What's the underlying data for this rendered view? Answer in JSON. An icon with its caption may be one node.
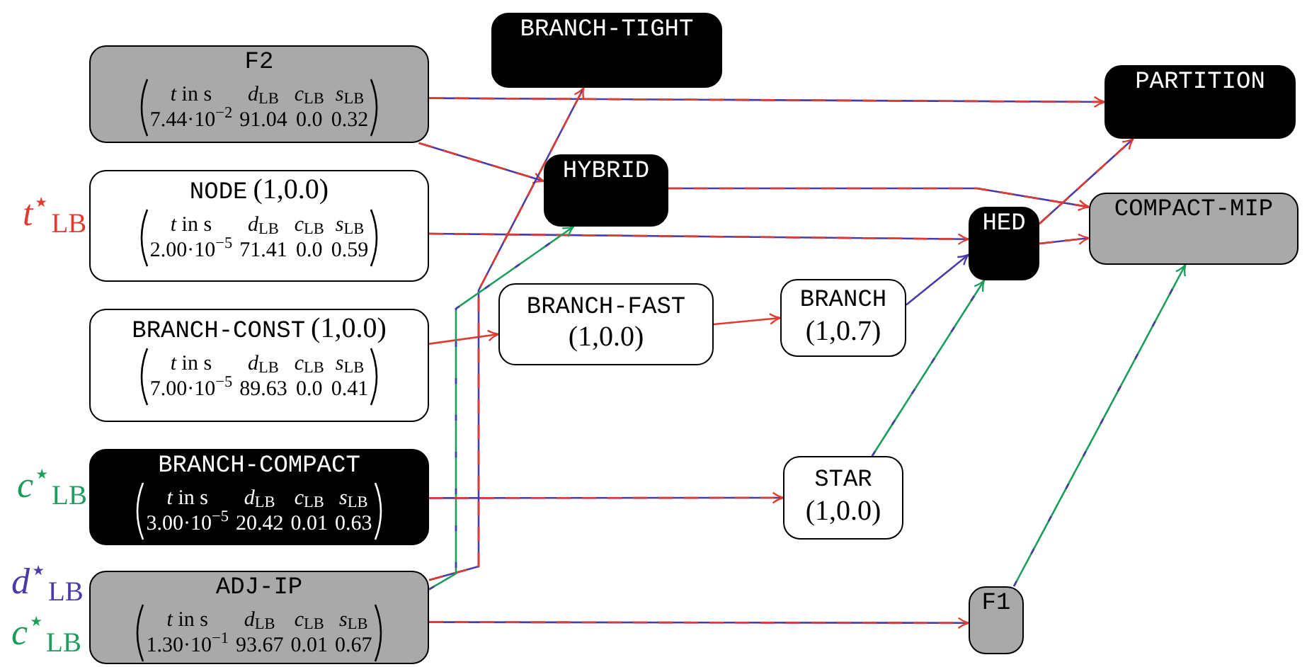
{
  "diagram": {
    "nodes": [
      {
        "text": [
          "F2",
          "*t* in s",
          "*d*$_{LB}$",
          "*c*$_{LB}$",
          "*s*$_{LB}$",
          "7.44·10$^{−2}$",
          "91.04",
          "0.0",
          "0.32"
        ]
      },
      {
        "text": [
          "NODE",
          "(1,0.0)",
          "*t* in s",
          "*d*$_{LB}$",
          "*c*$_{LB}$",
          "*s*$_{LB}$",
          "2.00·10$^{−5}$",
          "71.41",
          "0.0",
          "0.59"
        ]
      },
      {
        "text": [
          "BRANCH-CONST",
          "(1,0.0)",
          "*t* in s",
          "*d*$_{LB}$",
          "*c*$_{LB}$",
          "*s*$_{LB}$",
          "7.00·10$^{−5}$",
          "89.63",
          "0.0",
          "0.41"
        ]
      },
      {
        "text": [
          "BRANCH-COMPACT",
          "*t* in s",
          "*d*$_{LB}$",
          "*c*$_{LB}$",
          "*s*$_{LB}$",
          "3.00·10$^{−5}$",
          "20.42",
          "0.01",
          "0.63"
        ]
      },
      {
        "text": [
          "ADJ-IP",
          "*t* in s",
          "*d*$_{LB}$",
          "*c*$_{LB}$",
          "*s*$_{LB}$",
          "1.30·10$^{−1}$",
          "93.67",
          "0.01",
          "0.67"
        ]
      },
      {
        "text": [
          "BRANCH-TIGHT"
        ]
      },
      {
        "text": [
          "HYBRID"
        ]
      },
      {
        "text": [
          "BRANCH-FAST",
          "(1,0.0)"
        ]
      },
      {
        "text": [
          "BRANCH",
          "(1,0.7)"
        ]
      },
      {
        "text": [
          "STAR",
          "(1,0.0)"
        ]
      },
      {
        "text": [
          "HED"
        ]
      },
      {
        "text": [
          "F1"
        ]
      },
      {
        "text": [
          "PARTITION"
        ]
      },
      {
        "text": [
          "COMPACT-MIP"
        ]
      }
    ],
    "edges": [
      {
        "from": 0,
        "to": 12,
        "arrow": "to"
      },
      {
        "from": 0,
        "to": 6,
        "arrow": "to"
      },
      {
        "from": 1,
        "to": 10,
        "arrow": "to"
      },
      {
        "from": 2,
        "to": 7,
        "arrow": "to",
        "color": "#e23b2e"
      },
      {
        "from": 4,
        "to": 5,
        "arrow": "to"
      },
      {
        "from": 4,
        "to": 6,
        "arrow": "to",
        "color": "#1a9e5a"
      },
      {
        "from": 6,
        "to": 13,
        "arrow": "to"
      },
      {
        "from": 7,
        "to": 8,
        "arrow": "to",
        "color": "#e23b2e"
      },
      {
        "from": 8,
        "to": 10,
        "arrow": "to",
        "color": "#4b3aa8"
      },
      {
        "from": 3,
        "to": 9,
        "arrow": "to"
      },
      {
        "from": 9,
        "to": 10,
        "arrow": "to",
        "color": "#1a9e5a"
      },
      {
        "from": 4,
        "to": 11,
        "arrow": "to"
      },
      {
        "from": 11,
        "to": 13,
        "arrow": "to",
        "color": "#1a9e5a"
      },
      {
        "from": 10,
        "to": 12,
        "arrow": "to"
      },
      {
        "from": 10,
        "to": 13,
        "arrow": "to"
      }
    ],
    "labels": [
      "*t*$^{⋆}$$_{LB}$",
      "*c*$^{⋆}$$_{LB}$",
      "*d*$^{⋆}$$_{LB}$",
      "*c*$^{⋆}$$_{LB}$"
    ]
  }
}
